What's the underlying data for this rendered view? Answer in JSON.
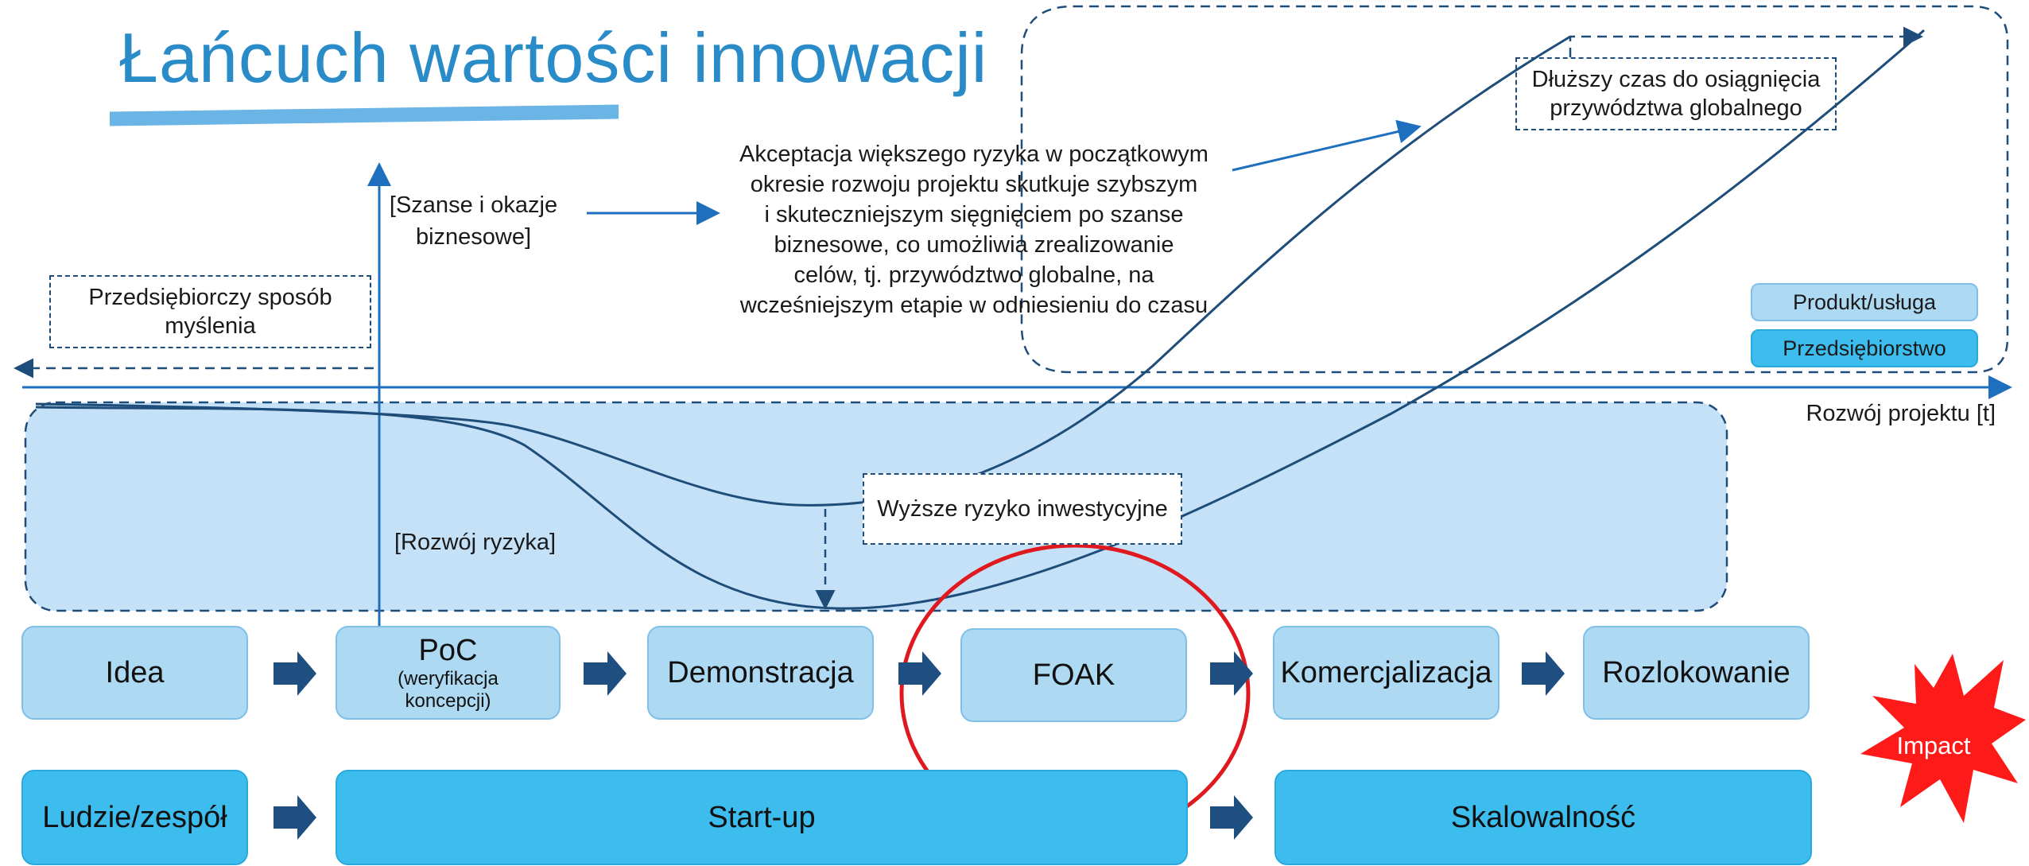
{
  "title": "Łańcuch wartości innowacji",
  "labels": {
    "szanse": "[Szanse i okazje biznesowe]",
    "szanse_l1": "[Szanse i okazje",
    "szanse_l2": "biznesowe]",
    "rozwoj_ryzyka": "[Rozwój ryzyka]",
    "rozwoj_projektu": "Rozwój projektu [t]",
    "przedsiebiorczy_l1": "Przedsiębiorczy sposób",
    "przedsiebiorczy_l2": "myślenia",
    "wyzsze_ryzyko": "Wyższe ryzyko inwestycyjne",
    "dluzszy_l1": "Dłuższy czas do osiągnięcia",
    "dluzszy_l2": "przywództwa globalnego",
    "akceptacja_lines": [
      "Akceptacja większego ryzyka w początkowym",
      "okresie rozwoju projektu skutkuje szybszym",
      "i skuteczniejszym sięgnięciem po szanse",
      "biznesowe, co umożliwia zrealizowanie",
      "celów, tj. przywództwo globalne, na",
      "wcześniejszym etapie w odniesieniu do czasu"
    ]
  },
  "legend": {
    "produkt": "Produkt/usługa",
    "przedsiebiorstwo": "Przedsiębiorstwo"
  },
  "stages": {
    "idea": "Idea",
    "poc": "PoC",
    "poc_sub1": "(weryfikacja",
    "poc_sub2": "koncepcji)",
    "demonstracja": "Demonstracja",
    "foak": "FOAK",
    "komercjalizacja": "Komercjalizacja",
    "rozlokowanie": "Rozlokowanie"
  },
  "org_row": {
    "ludzie": "Ludzie/zespół",
    "startup": "Start-up",
    "skalowalnosc": "Skalowalność"
  },
  "impact": "Impact",
  "colors": {
    "title": "#2a8bc9",
    "axis": "#1f6fbf",
    "stage_fill": "#aed9f2",
    "org_fill": "#3dbcee",
    "risk_zone": "#c5e1f8",
    "curve": "#1f4d7a",
    "highlight_circle": "#e0191f",
    "impact": "#ff1a1a",
    "row_arrow": "#1f4f80"
  }
}
